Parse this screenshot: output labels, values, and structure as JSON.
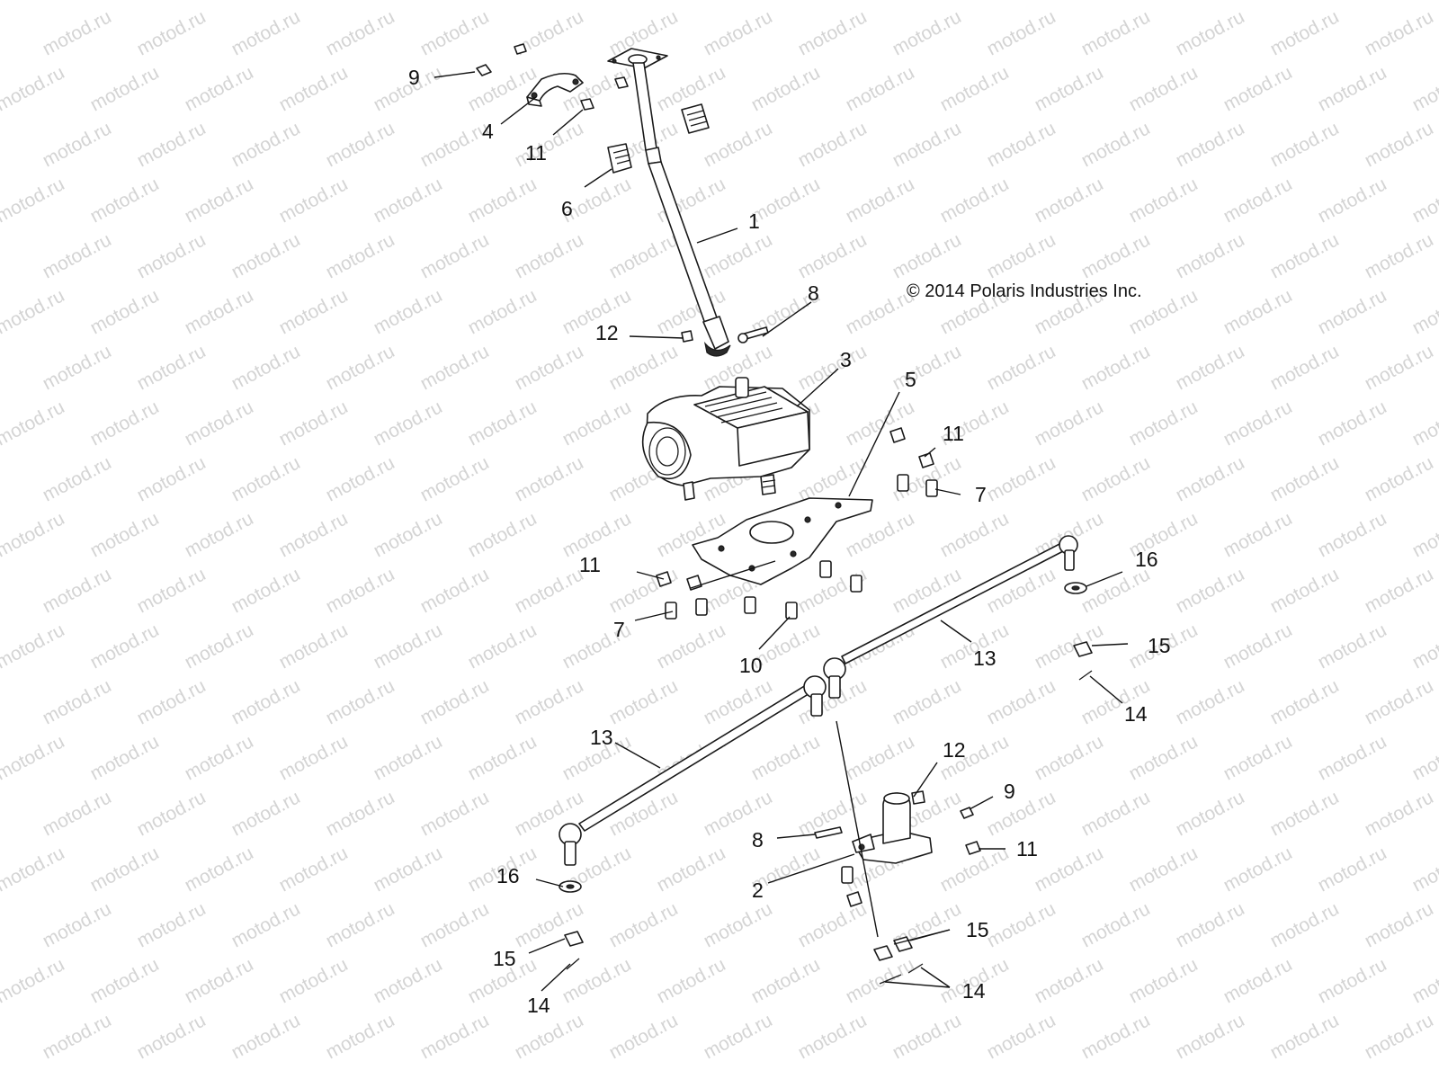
{
  "copyright": "© 2014 Polaris Industries Inc.",
  "watermark": "motod.ru",
  "callouts": [
    "9",
    "4",
    "11",
    "6",
    "1",
    "8",
    "12",
    "3",
    "5",
    "11",
    "7",
    "11",
    "7",
    "10",
    "16",
    "15",
    "14",
    "13",
    "13",
    "12",
    "9",
    "8",
    "11",
    "2",
    "16",
    "15",
    "14",
    "15",
    "14"
  ],
  "parts": [
    "steering-column",
    "steering-rack-mount",
    "power-steering-unit",
    "clamp-bracket",
    "mounting-plate",
    "bushing",
    "bolt",
    "bolt",
    "nut",
    "bolt",
    "nut",
    "tie-rod",
    "tie-rod",
    "cotter-pin",
    "castle-nut",
    "washer"
  ],
  "colors": {
    "line": "#1a1a1a",
    "watermark": "#d4d4d4",
    "background": "#ffffff"
  }
}
